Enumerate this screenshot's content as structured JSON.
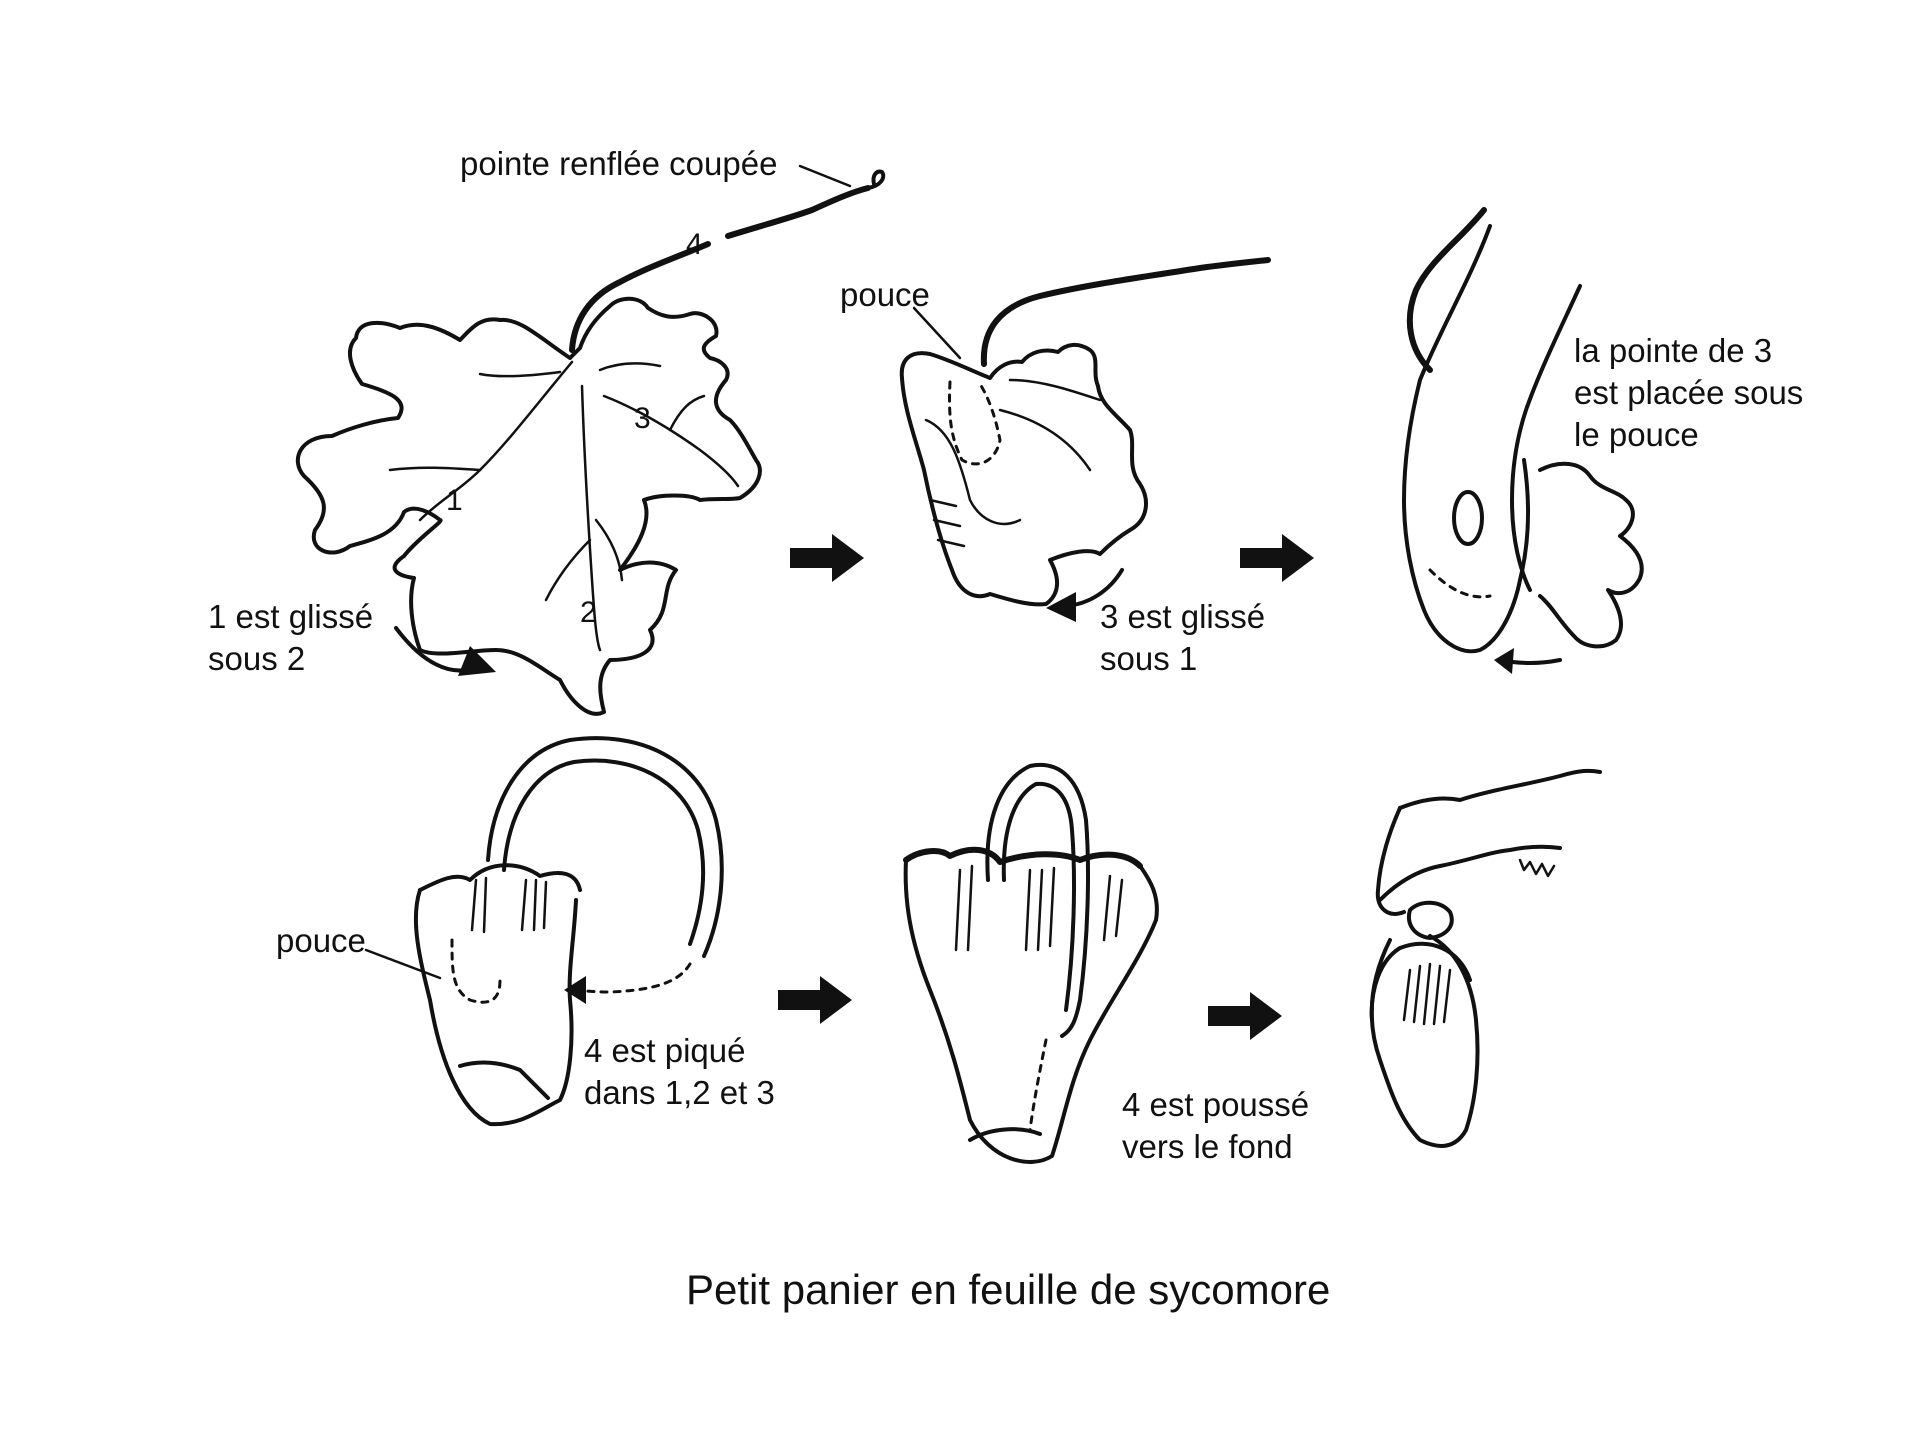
{
  "title": "Petit panier en feuille de sycomore",
  "ink_color": "#111111",
  "background": "#ffffff",
  "step1": {
    "tip_label": "pointe renflée coupée",
    "lobe_numbers": [
      "1",
      "2",
      "3",
      "4"
    ],
    "caption_lines": [
      "1 est glissé",
      "sous 2"
    ]
  },
  "step2": {
    "thumb_label": "pouce",
    "caption_lines": [
      "3 est glissé",
      "sous 1"
    ]
  },
  "step3": {
    "caption_lines": [
      "la pointe de 3",
      "est placée sous",
      "le pouce"
    ]
  },
  "step4": {
    "thumb_label": "pouce",
    "caption_lines": [
      "4 est piqué",
      "dans 1,2 et 3"
    ]
  },
  "step5": {
    "caption_lines": [
      "4 est poussé",
      "vers le fond"
    ]
  }
}
